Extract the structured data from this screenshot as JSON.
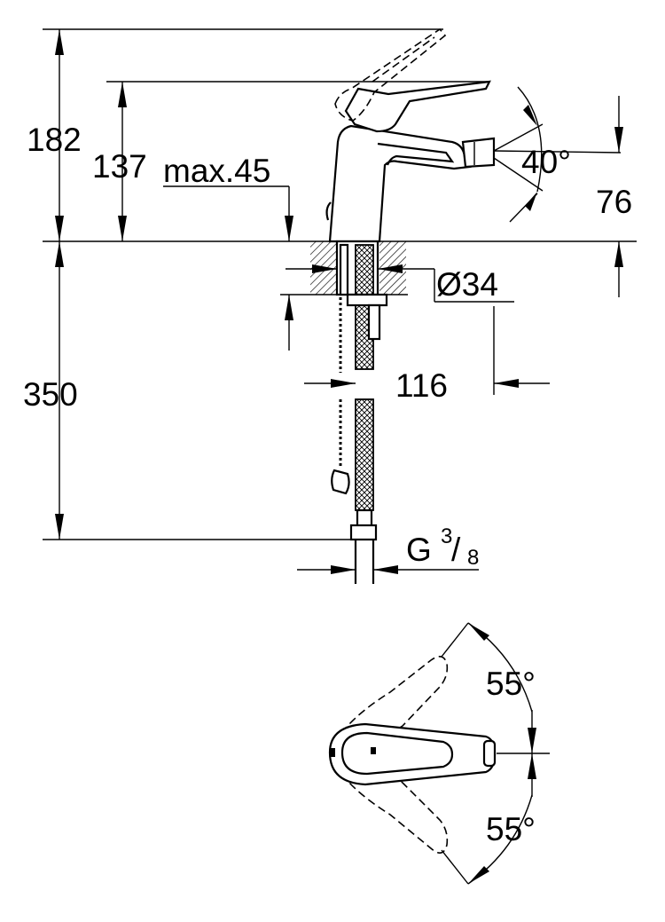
{
  "labels": {
    "height_total": "182",
    "height_spout": "137",
    "max_thickness": "max.45",
    "angle_spout": "40°",
    "height_nozzle": "76",
    "hole_diameter": "Ø34",
    "projection": "116",
    "hose_length": "350",
    "connection_g": "G",
    "connection_num": "3",
    "connection_den": "8",
    "lever_angle_top": "55°",
    "lever_angle_bottom": "55°"
  }
}
